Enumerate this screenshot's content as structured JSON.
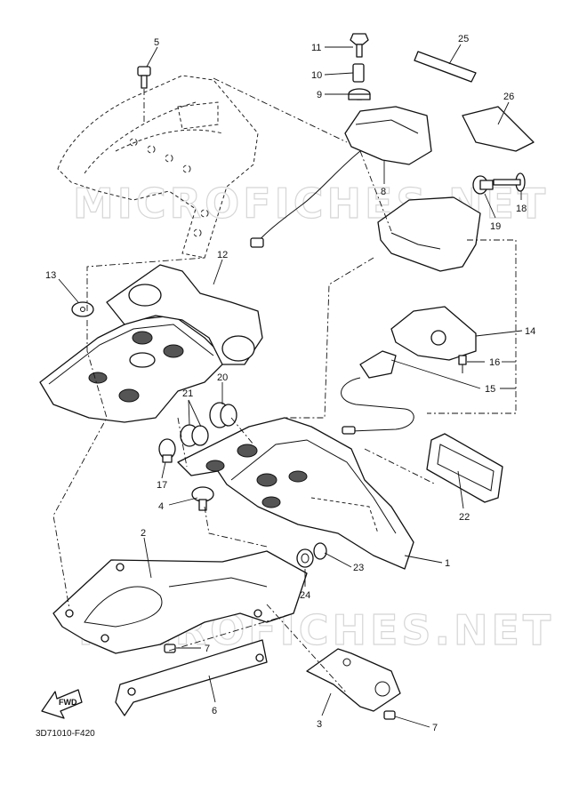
{
  "watermark": {
    "text": "MICROFICHES.NET"
  },
  "diagram_code": "3D71010-F420",
  "fwd_label": "FWD",
  "callouts": [
    "1",
    "2",
    "3",
    "4",
    "5",
    "6",
    "7",
    "8",
    "9",
    "10",
    "11",
    "12",
    "13",
    "14",
    "15",
    "16",
    "17",
    "18",
    "19",
    "20",
    "21",
    "22",
    "23",
    "24",
    "25",
    "26"
  ]
}
